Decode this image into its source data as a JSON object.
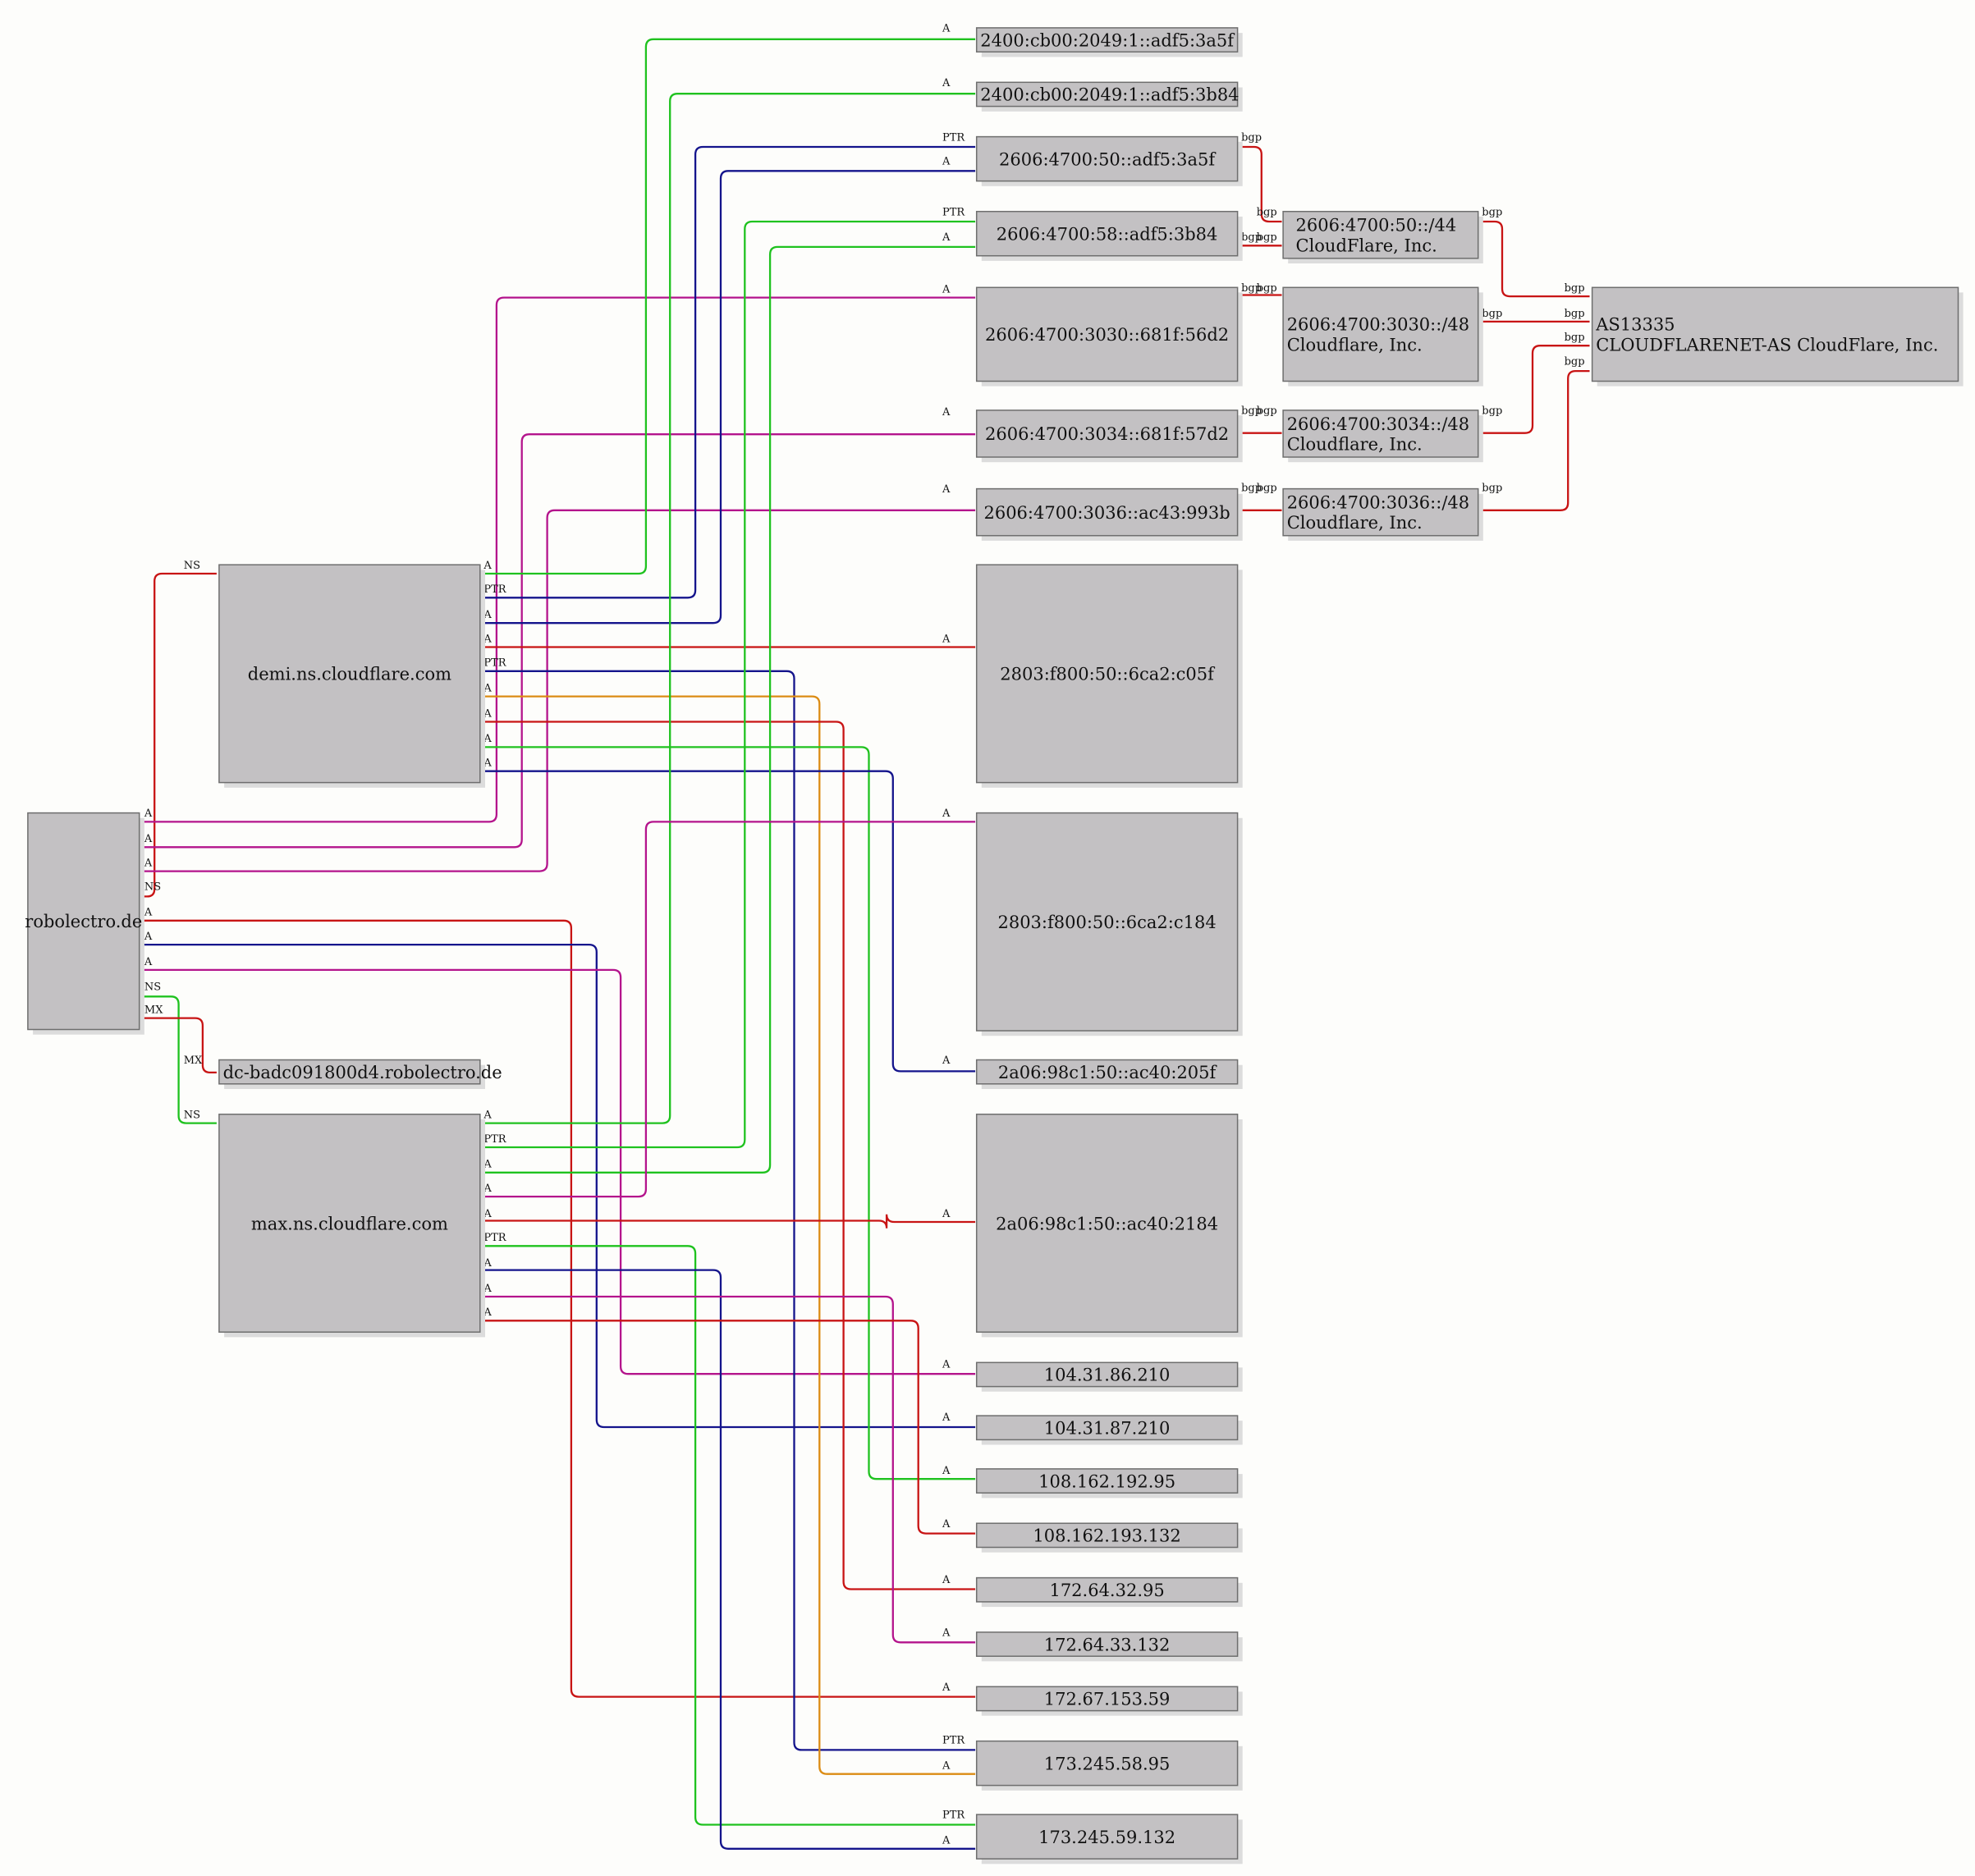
{
  "colors": {
    "green": "#1fc21f",
    "navy": "#14148c",
    "red": "#c81414",
    "magenta": "#b4148c",
    "orange": "#dc8c14",
    "node_fill": "#c3c1c3",
    "node_border": "#6e6e6e"
  },
  "nodes": {
    "robolectro": {
      "label": [
        "robolectro.de"
      ]
    },
    "demi": {
      "label": [
        "demi.ns.cloudflare.com"
      ]
    },
    "max": {
      "label": [
        "max.ns.cloudflare.com"
      ]
    },
    "dc": {
      "label": [
        "dc-badc091800d4.robolectro.de"
      ]
    },
    "ip6_2400_3a5f": {
      "label": [
        "2400:cb00:2049:1::adf5:3a5f"
      ]
    },
    "ip6_2400_3b84": {
      "label": [
        "2400:cb00:2049:1::adf5:3b84"
      ]
    },
    "ip6_2606_50": {
      "label": [
        "2606:4700:50::adf5:3a5f"
      ]
    },
    "ip6_2606_58": {
      "label": [
        "2606:4700:58::adf5:3b84"
      ]
    },
    "ip6_3030": {
      "label": [
        "2606:4700:3030::681f:56d2"
      ]
    },
    "ip6_3034": {
      "label": [
        "2606:4700:3034::681f:57d2"
      ]
    },
    "ip6_3036": {
      "label": [
        "2606:4700:3036::ac43:993b"
      ]
    },
    "ip6_2803_c05f": {
      "label": [
        "2803:f800:50::6ca2:c05f"
      ]
    },
    "ip6_2803_c184": {
      "label": [
        "2803:f800:50::6ca2:c184"
      ]
    },
    "ip6_2a06_205f": {
      "label": [
        "2a06:98c1:50::ac40:205f"
      ]
    },
    "ip6_2a06_2184": {
      "label": [
        "2a06:98c1:50::ac40:2184"
      ]
    },
    "pfx_50": {
      "label": [
        "2606:4700:50::/44",
        "CloudFlare, Inc."
      ]
    },
    "pfx_3030": {
      "label": [
        "2606:4700:3030::/48",
        "Cloudflare, Inc."
      ]
    },
    "pfx_3034": {
      "label": [
        "2606:4700:3034::/48",
        "Cloudflare, Inc."
      ]
    },
    "pfx_3036": {
      "label": [
        "2606:4700:3036::/48",
        "Cloudflare, Inc."
      ]
    },
    "as13335": {
      "label": [
        "AS13335",
        "CLOUDFLARENET-AS CloudFlare, Inc."
      ]
    },
    "ip4_104_86": {
      "label": [
        "104.31.86.210"
      ]
    },
    "ip4_104_87": {
      "label": [
        "104.31.87.210"
      ]
    },
    "ip4_108_192": {
      "label": [
        "108.162.192.95"
      ]
    },
    "ip4_108_193": {
      "label": [
        "108.162.193.132"
      ]
    },
    "ip4_172_32": {
      "label": [
        "172.64.32.95"
      ]
    },
    "ip4_172_33": {
      "label": [
        "172.64.33.132"
      ]
    },
    "ip4_172_67": {
      "label": [
        "172.67.153.59"
      ]
    },
    "ip4_173_58": {
      "label": [
        "173.245.58.95"
      ]
    },
    "ip4_173_59": {
      "label": [
        "173.245.59.132"
      ]
    }
  },
  "edges": [
    {
      "from": "robolectro",
      "to": "demi",
      "type": "NS",
      "color": "red"
    },
    {
      "from": "robolectro",
      "to": "max",
      "type": "NS",
      "color": "green"
    },
    {
      "from": "robolectro",
      "to": "dc",
      "type": "MX",
      "color": "red"
    },
    {
      "from": "robolectro",
      "to": "ip6_3030",
      "type": "A",
      "color": "magenta"
    },
    {
      "from": "robolectro",
      "to": "ip6_3034",
      "type": "A",
      "color": "magenta"
    },
    {
      "from": "robolectro",
      "to": "ip6_3036",
      "type": "A",
      "color": "magenta"
    },
    {
      "from": "robolectro",
      "to": "ip4_172_67",
      "type": "A",
      "color": "red"
    },
    {
      "from": "robolectro",
      "to": "ip4_104_87",
      "type": "A",
      "color": "navy"
    },
    {
      "from": "robolectro",
      "to": "ip4_104_86",
      "type": "A",
      "color": "magenta"
    },
    {
      "from": "demi",
      "to": "ip6_2400_3a5f",
      "type": "A",
      "color": "green"
    },
    {
      "from": "demi",
      "to": "ip6_2606_50",
      "type": "PTR",
      "color": "navy"
    },
    {
      "from": "demi",
      "to": "ip6_2606_50",
      "type": "A",
      "color": "navy"
    },
    {
      "from": "demi",
      "to": "ip6_2803_c05f",
      "type": "A",
      "color": "red"
    },
    {
      "from": "demi",
      "to": "ip4_173_58",
      "type": "PTR",
      "color": "navy"
    },
    {
      "from": "demi",
      "to": "ip4_173_58",
      "type": "A",
      "color": "orange"
    },
    {
      "from": "demi",
      "to": "ip4_172_32",
      "type": "A",
      "color": "red"
    },
    {
      "from": "demi",
      "to": "ip4_108_192",
      "type": "A",
      "color": "green"
    },
    {
      "from": "demi",
      "to": "ip6_2a06_205f",
      "type": "A",
      "color": "navy"
    },
    {
      "from": "max",
      "to": "ip6_2400_3b84",
      "type": "A",
      "color": "green"
    },
    {
      "from": "max",
      "to": "ip6_2606_58",
      "type": "PTR",
      "color": "green"
    },
    {
      "from": "max",
      "to": "ip6_2606_58",
      "type": "A",
      "color": "green"
    },
    {
      "from": "max",
      "to": "ip6_2803_c184",
      "type": "A",
      "color": "magenta"
    },
    {
      "from": "max",
      "to": "ip6_2a06_2184",
      "type": "A",
      "color": "red"
    },
    {
      "from": "max",
      "to": "ip4_173_59",
      "type": "PTR",
      "color": "green"
    },
    {
      "from": "max",
      "to": "ip4_173_59",
      "type": "A",
      "color": "navy"
    },
    {
      "from": "max",
      "to": "ip4_172_33",
      "type": "A",
      "color": "magenta"
    },
    {
      "from": "max",
      "to": "ip4_108_193",
      "type": "A",
      "color": "red"
    },
    {
      "from": "ip6_2606_50",
      "to": "pfx_50",
      "type": "bgp",
      "color": "red"
    },
    {
      "from": "ip6_2606_58",
      "to": "pfx_50",
      "type": "bgp",
      "color": "red"
    },
    {
      "from": "ip6_3030",
      "to": "pfx_3030",
      "type": "bgp",
      "color": "red"
    },
    {
      "from": "ip6_3034",
      "to": "pfx_3034",
      "type": "bgp",
      "color": "red"
    },
    {
      "from": "ip6_3036",
      "to": "pfx_3036",
      "type": "bgp",
      "color": "red"
    },
    {
      "from": "pfx_50",
      "to": "as13335",
      "type": "bgp",
      "color": "red"
    },
    {
      "from": "pfx_3030",
      "to": "as13335",
      "type": "bgp",
      "color": "red"
    },
    {
      "from": "pfx_3034",
      "to": "as13335",
      "type": "bgp",
      "color": "red"
    },
    {
      "from": "pfx_3036",
      "to": "as13335",
      "type": "bgp",
      "color": "red"
    }
  ]
}
